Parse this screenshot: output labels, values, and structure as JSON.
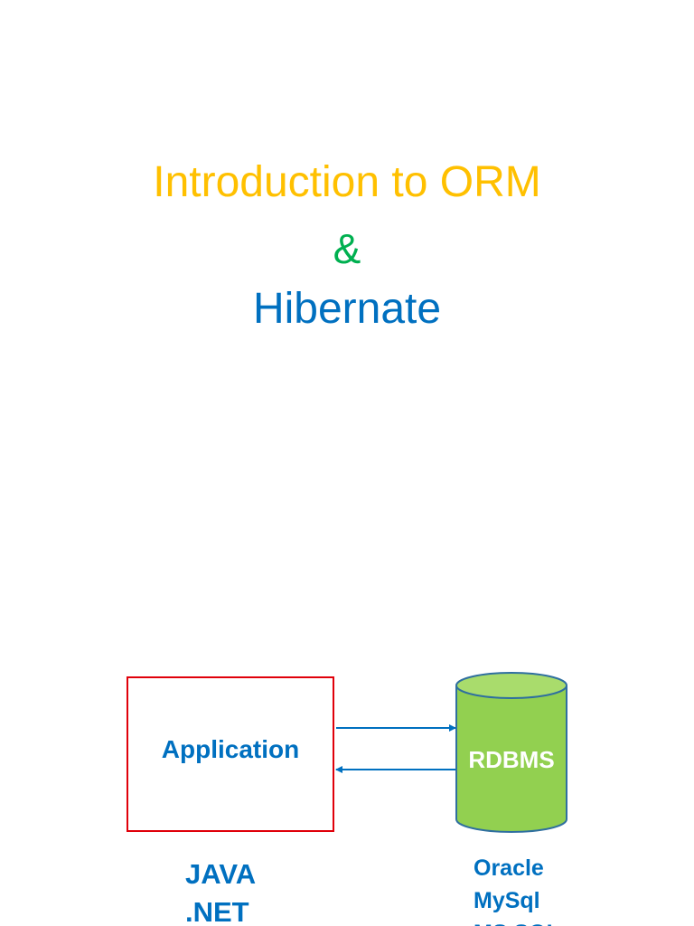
{
  "slide": {
    "title_line1": "Introduction to ORM",
    "title_amp": "&",
    "title_line3": "Hibernate"
  },
  "diagram": {
    "application_label": "Application",
    "database_label": "RDBMS",
    "application_tech": [
      ".NET",
      "JAVA"
    ],
    "database_tech": [
      "Oracle",
      "MySql",
      "MS SQL"
    ]
  },
  "colors": {
    "title_primary": "#ffc000",
    "ampersand": "#00b050",
    "subtitle": "#0070c0",
    "box_border": "#e0000a",
    "cylinder_fill": "#92d050",
    "cylinder_stroke": "#2f6f9f",
    "arrow": "#0070c0",
    "label_text": "#0070c0"
  }
}
